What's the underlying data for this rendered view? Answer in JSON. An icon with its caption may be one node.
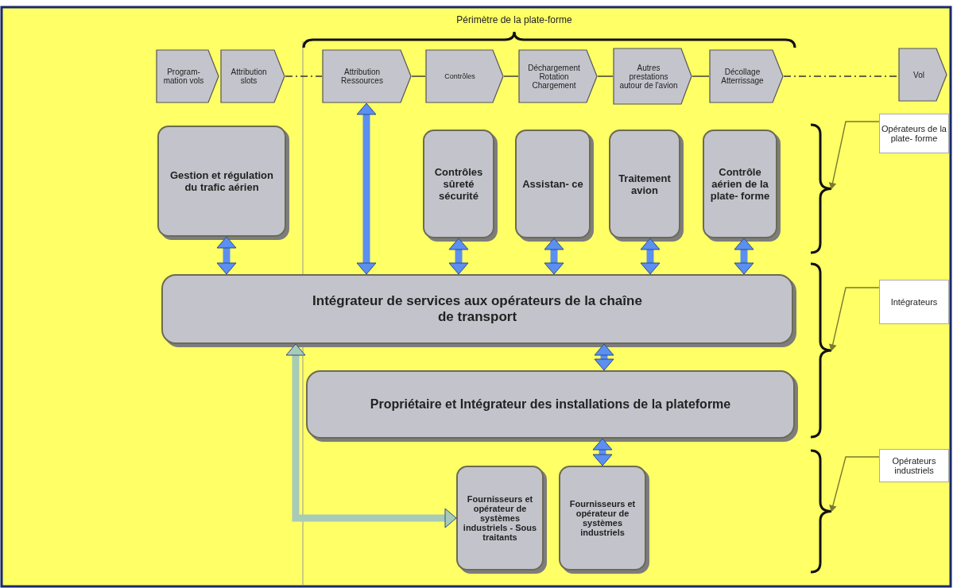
{
  "diagram": {
    "nodes": [
      {
        "text": [
          "Program- mation vols"
        ]
      },
      {
        "text": [
          "Attribution slots"
        ]
      },
      {
        "text": [
          "Attribution Ressources"
        ]
      },
      {
        "text": [
          "Contrôles"
        ]
      },
      {
        "text": [
          "Déchargement Rotation Chargement"
        ]
      },
      {
        "text": [
          "Autres prestations autour de l'avion"
        ]
      },
      {
        "text": [
          "Décollage Atterrissage"
        ]
      },
      {
        "text": [
          "Vol"
        ]
      },
      {
        "text": [
          "Gestion et régulation du trafic aérien"
        ]
      },
      {
        "text": [
          "Contrôles sûreté sécurité"
        ]
      },
      {
        "text": [
          "Assistan- ce"
        ]
      },
      {
        "text": [
          "Traitement avion"
        ]
      },
      {
        "text": [
          "Contrôle aérien de la plate- forme"
        ]
      },
      {
        "text": [
          "Intégrateur de services aux opérateurs de la chaîne de transport"
        ]
      },
      {
        "text": [
          "Propriétaire et Intégrateur des installations de la plateforme"
        ]
      },
      {
        "text": [
          "Fournisseurs et opérateur de systèmes industriels - Sous traitants"
        ]
      },
      {
        "text": [
          "Fournisseurs et opérateur de systèmes industriels"
        ]
      },
      {
        "text": [
          "Opérateurs de la plate- forme"
        ]
      },
      {
        "text": [
          "Intégrateurs"
        ]
      },
      {
        "text": [
          "Opérateurs industriels"
        ]
      },
      {
        "text": [],
        "shape": "brace"
      },
      {
        "text": [],
        "shape": "brace"
      },
      {
        "text": [],
        "shape": "brace"
      }
    ],
    "edges": [
      {
        "from": 1,
        "to": 2,
        "arrow": "none",
        "style": "dashed",
        "color": "#333333"
      },
      {
        "from": 2,
        "to": 3,
        "arrow": "none",
        "color": "#333333"
      },
      {
        "from": 3,
        "to": 4,
        "arrow": "none",
        "color": "#333333"
      },
      {
        "from": 4,
        "to": 5,
        "arrow": "none",
        "color": "#333333"
      },
      {
        "from": 5,
        "to": 6,
        "arrow": "none",
        "color": "#333333"
      },
      {
        "from": 6,
        "to": 7,
        "arrow": "none",
        "style": "dashed",
        "color": "#333333"
      },
      {
        "from": 2,
        "to": 13,
        "arrow": "both",
        "style": "thick",
        "color": "#5b8ff0"
      },
      {
        "from": 8,
        "to": 13,
        "arrow": "both",
        "style": "thick",
        "color": "#5b8ff0"
      },
      {
        "from": 9,
        "to": 13,
        "arrow": "both",
        "style": "thick",
        "color": "#5b8ff0"
      },
      {
        "from": 10,
        "to": 13,
        "arrow": "both",
        "style": "thick",
        "color": "#5b8ff0"
      },
      {
        "from": 11,
        "to": 13,
        "arrow": "both",
        "style": "thick",
        "color": "#5b8ff0"
      },
      {
        "from": 12,
        "to": 13,
        "arrow": "both",
        "style": "thick",
        "color": "#5b8ff0"
      },
      {
        "from": 13,
        "to": 14,
        "arrow": "both",
        "style": "thick",
        "color": "#5b8ff0"
      },
      {
        "from": 13,
        "to": 15,
        "arrow": "both",
        "style": "thick",
        "color": "#a8cbb8"
      },
      {
        "from": 14,
        "to": 16,
        "arrow": "both",
        "style": "thick",
        "color": "#5b8ff0"
      },
      {
        "from": 17,
        "to": 20,
        "arrow": "to",
        "color": "#7a7a30"
      },
      {
        "from": 18,
        "to": 21,
        "arrow": "to",
        "color": "#7a7a30"
      },
      {
        "from": 19,
        "to": 22,
        "arrow": "to",
        "color": "#7a7a30"
      }
    ],
    "labels": [
      "Périmètre de la plate-forme"
    ]
  }
}
